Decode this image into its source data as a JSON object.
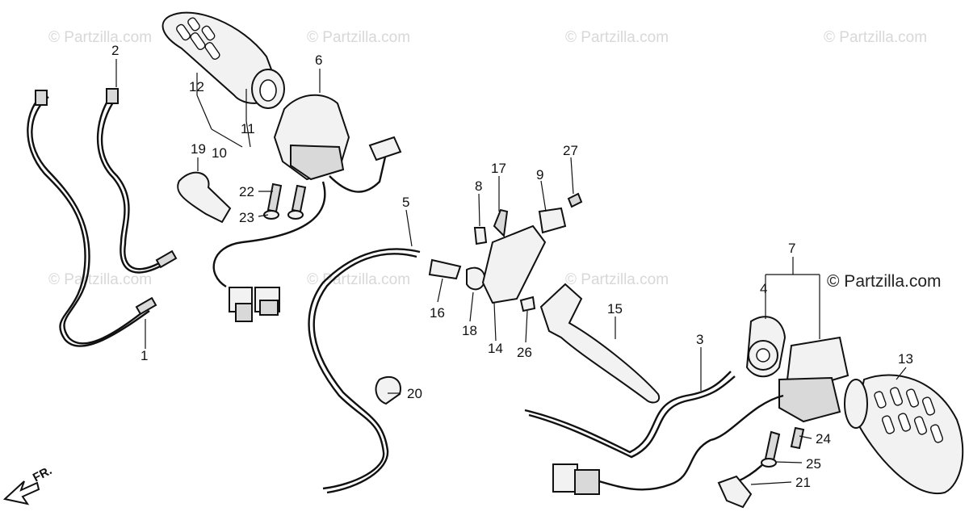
{
  "watermark": "© Partzilla.com",
  "brand_mark": "© Partzilla.com",
  "direction_label": "FR.",
  "callouts": {
    "c1": "1",
    "c2": "2",
    "c3": "3",
    "c4": "4",
    "c5": "5",
    "c6": "6",
    "c7": "7",
    "c8": "8",
    "c9": "9",
    "c10": "10",
    "c11": "11",
    "c12": "12",
    "c13": "13",
    "c14": "14",
    "c15": "15",
    "c16": "16",
    "c17": "17",
    "c18": "18",
    "c19": "19",
    "c20": "20",
    "c21": "21",
    "c22": "22",
    "c23": "23",
    "c24": "24",
    "c25": "25",
    "c26": "26",
    "c27": "27"
  }
}
